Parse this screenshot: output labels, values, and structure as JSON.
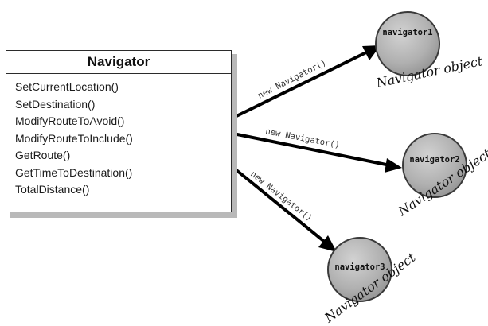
{
  "class_box": {
    "title": "Navigator",
    "methods": [
      "SetCurrentLocation()",
      "SetDestination()",
      "ModifyRouteToAvoid()",
      "ModifyRouteToInclude()",
      "GetRoute()",
      "GetTimeToDestination()",
      "TotalDistance()"
    ]
  },
  "arrows": [
    {
      "label": "new Navigator()"
    },
    {
      "label": "new Navigator()"
    },
    {
      "label": "new Navigator()"
    }
  ],
  "objects": [
    {
      "name": "navigator1",
      "caption": "Navigator object"
    },
    {
      "name": "navigator2",
      "caption": "Navigator object"
    },
    {
      "name": "navigator3",
      "caption": "Navigator object"
    }
  ],
  "colors": {
    "circle_fill": "#b2b2b2",
    "circle_stroke": "#3a3a3a",
    "arrow": "#000000"
  }
}
